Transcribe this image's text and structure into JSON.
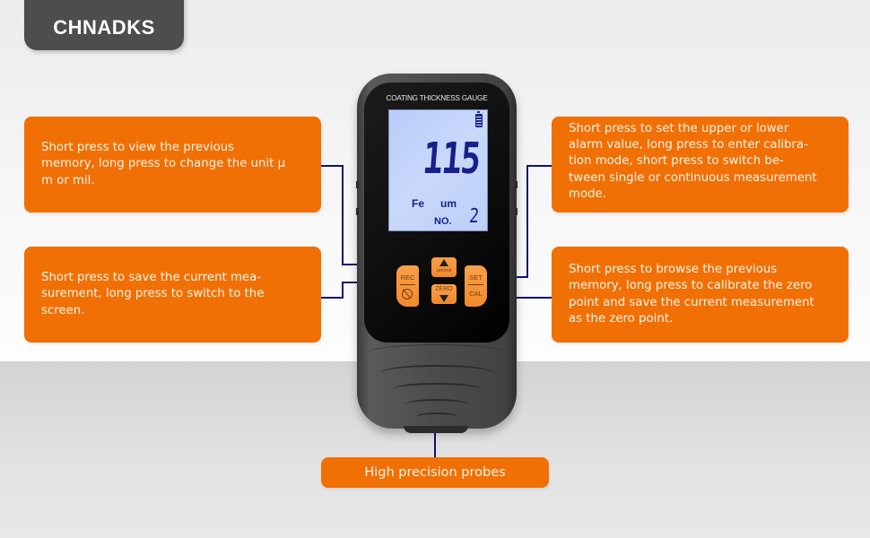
{
  "brand": {
    "name": "CHNADKS"
  },
  "device": {
    "title": "COATING THICKNESS GAUGE",
    "display": {
      "reading": "115",
      "material": "Fe",
      "unit": "um",
      "memory_label": "NO.",
      "memory_number": "2",
      "battery_icon": "battery-full-icon"
    },
    "buttons": {
      "rec": {
        "top": "REC",
        "bottom_icon": "power-icon"
      },
      "up": {
        "label": "μm/mil",
        "icon": "arrow-up-icon"
      },
      "zero": {
        "label": "ZERO",
        "icon": "arrow-down-icon"
      },
      "set": {
        "top": "SET",
        "bottom": "CAL"
      }
    }
  },
  "callouts": {
    "up_button": "Short press to view the previous\nmemory, long press to change the unit μ\nm or mil.",
    "rec_button": "Short press to save the current mea-\nsurement, long press to switch to the\nscreen.",
    "set_button": "Short press to set the upper or lower\nalarm value, long press to enter calibra-\ntion mode, short press to switch be-\ntween single or continuous measurement\nmode.",
    "zero_button": "Short press to browse the previous\nmemory, long press to calibrate the zero\npoint and save the current measurement\nas the zero point.",
    "probe": "High precision probes"
  },
  "colors": {
    "callout_orange": "#f07005",
    "connector_line": "#0c1470",
    "lcd_blue": "#c3d5fa",
    "lcd_digits": "#16208a",
    "brand_tab": "#4d4d4d"
  }
}
